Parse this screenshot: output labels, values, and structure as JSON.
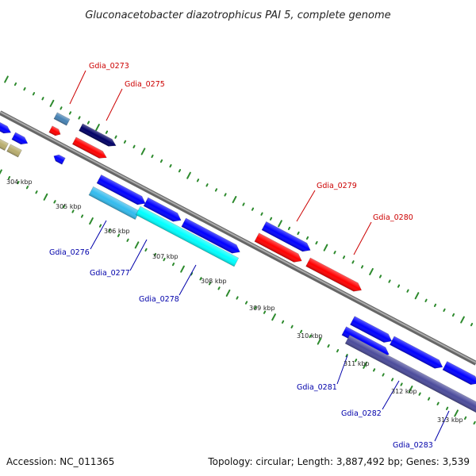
{
  "title": "Gluconacetobacter diazotrophicus PAI 5, complete genome",
  "footer": {
    "accession": "Accession: NC_011365",
    "summary": "Topology: circular; Length: 3,887,492 bp; Genes: 3,539"
  },
  "colors": {
    "backbone": "#888888",
    "tick": "#2d8a2d",
    "forward_label": "#cc0000",
    "reverse_label": "#0000aa",
    "cds_red": "#ff0000",
    "cds_blue": "#0000ff",
    "cds_navy": "#000066",
    "cds_steel": "#4682b4",
    "cds_cyan": "#00ffff",
    "cds_skyblue": "#33bbee",
    "cds_slate": "#4b4b9b",
    "cds_khaki": "#b8ad6e"
  },
  "scale_labels": [
    "304 kbp",
    "305 kbp",
    "306 kbp",
    "307 kbp",
    "308 kbp",
    "309 kbp",
    "310 kbp",
    "311 kbp",
    "312 kbp",
    "313 kbp"
  ],
  "gene_labels": [
    {
      "text": "Gdia_0273",
      "strand": "forward"
    },
    {
      "text": "Gdia_0275",
      "strand": "forward"
    },
    {
      "text": "Gdia_0279",
      "strand": "forward"
    },
    {
      "text": "Gdia_0280",
      "strand": "forward"
    },
    {
      "text": "Gdia_0276",
      "strand": "reverse"
    },
    {
      "text": "Gdia_0277",
      "strand": "reverse"
    },
    {
      "text": "Gdia_0278",
      "strand": "reverse"
    },
    {
      "text": "Gdia_0281",
      "strand": "reverse"
    },
    {
      "text": "Gdia_0282",
      "strand": "reverse"
    },
    {
      "text": "Gdia_0283",
      "strand": "reverse"
    }
  ]
}
